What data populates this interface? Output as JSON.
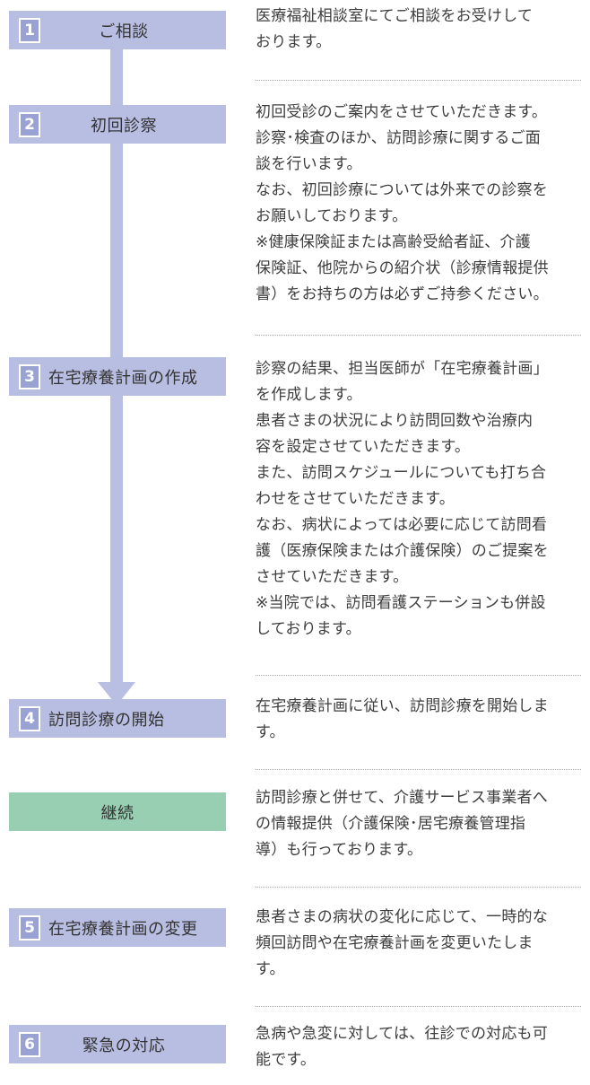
{
  "colors": {
    "step_box": "#b8bde2",
    "step_number": "#9aa1d3",
    "continue_box": "#98cfb2",
    "flow_line": "#b9bfe3"
  },
  "steps": [
    {
      "number": "1",
      "title": "ご相談",
      "lines": [
        "医療福祉相談室にてご相談をお受けして",
        "おります。"
      ]
    },
    {
      "number": "2",
      "title": "初回診察",
      "lines": [
        "初回受診のご案内をさせていただきます。",
        "診察･検査のほか、訪問診療に関するご面",
        "談を行います。",
        "なお、初回診療については外来での診察を",
        "お願いしております。",
        "※健康保険証または高齢受給者証、介護",
        "保険証、他院からの紹介状（診療情報提供",
        "書）をお持ちの方は必ずご持参ください。"
      ]
    },
    {
      "number": "3",
      "title": "在宅療養計画の作成",
      "lines": [
        "診察の結果、担当医師が「在宅療養計画」",
        "を作成します。",
        "患者さまの状況により訪問回数や治療内",
        "容を設定させていただきます。",
        "また、訪問スケジュールについても打ち合",
        "わせをさせていただきます。",
        "なお、病状によっては必要に応じて訪問看",
        "護（医療保険または介護保険）のご提案を",
        "させていただきます。",
        "※当院では、訪問看護ステーションも併設",
        "しております。"
      ]
    },
    {
      "number": "4",
      "title": "訪問診療の開始",
      "lines": [
        "在宅療養計画に従い、訪問診療を開始しま",
        "す。"
      ]
    },
    {
      "number": "",
      "title": "継続",
      "lines": [
        "訪問診療と併せて、介護サービス事業者へ",
        "の情報提供（介護保険･居宅療養管理指",
        "導）も行っております。"
      ]
    },
    {
      "number": "5",
      "title": "在宅療養計画の変更",
      "lines": [
        "患者さまの病状の変化に応じて、一時的な",
        "頻回訪問や在宅療養計画を変更いたしま",
        "す。"
      ]
    },
    {
      "number": "6",
      "title": "緊急の対応",
      "lines": [
        "急病や急変に対しては、往診での対応も可",
        "能です。"
      ]
    }
  ]
}
